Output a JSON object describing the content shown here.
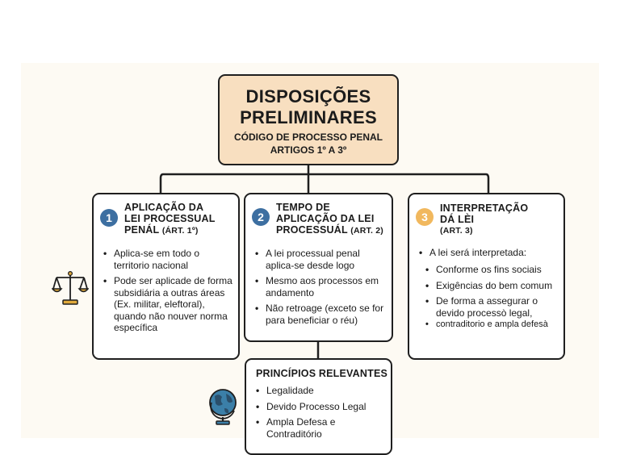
{
  "header": {
    "title_line1": "DISPOSIÇÕES",
    "title_line2": "PRELIMINARES",
    "subtitle_line1": "CÓDIGO DE PROCESSO PENAL",
    "subtitle_line2": "ARTIGOS 1º A 3º"
  },
  "cards": [
    {
      "number": "1",
      "title_line1": "APLICAÇÃO DA",
      "title_line2": "LEI PROCESSUAL",
      "title_line3": "PENÁL",
      "article": "(ÁRT. 1º)",
      "items": [
        "Aplica-se em todo o territorio nacional",
        "Pode ser aplicade de forma subsidiária a outras áreas (Ex. militar, eleftoral), quando não nouver norma específica"
      ]
    },
    {
      "number": "2",
      "title_line1": "TEMPO DE",
      "title_line2": "APLICAÇÃO DA LEI",
      "title_line3": "PROCESSUÁL",
      "article": "(ART. 2)",
      "items": [
        "A lei processual penal aplica-se desde logo",
        "Mesmo aos processos em andamento",
        "Não retroage (exceto se for para beneficiar o réu)"
      ]
    },
    {
      "number": "3",
      "title_line1": "INTERPRETAÇÃO",
      "title_line2": "DÁ LÈI",
      "article": "(ART. 3)",
      "lead": "A lei será interpretada:",
      "items": [
        "Conforme os fins sociais",
        "Exigências do bem comum",
        "De forma a assegurar o devido processò legal,",
        "contraditorio e ampla defesà"
      ]
    }
  ],
  "principles": {
    "title": "PRINCÍPIOS RELEVANTES",
    "items": [
      "Legalidade",
      "Devido Processo Legal",
      "Ampla Defesa e Contraditório"
    ]
  },
  "icons": {
    "scales": "scales-of-justice-icon",
    "globe": "globe-icon",
    "scales_color": "#e0a93b",
    "globe_color": "#3b7fa8"
  }
}
